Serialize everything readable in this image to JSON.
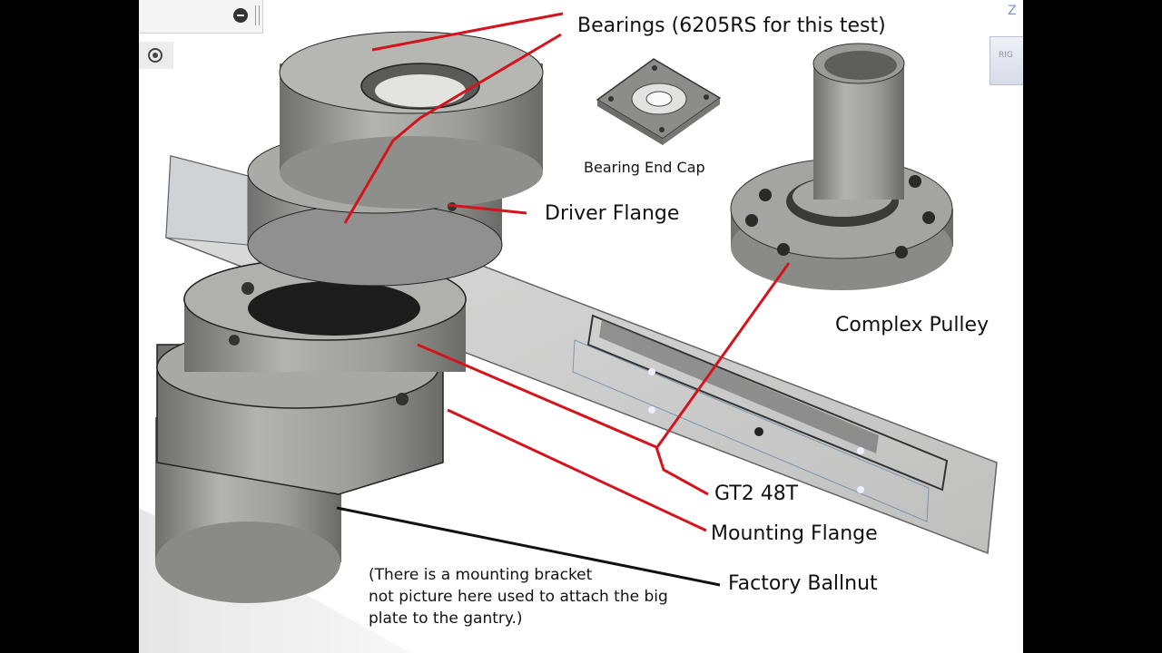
{
  "labels": {
    "bearings": "Bearings (6205RS for this test)",
    "driver_flange": "Driver Flange",
    "bearing_end_cap": "Bearing End Cap",
    "complex_pulley": "Complex Pulley",
    "gt2": "GT2 48T",
    "mounting_flange": "Mounting Flange",
    "factory_ballnut": "Factory Ballnut"
  },
  "note": {
    "line1": "(There is a mounting bracket",
    "line2": "not picture here used to attach the big",
    "line3": "plate to the gantry.)"
  },
  "viewcube": {
    "face": "RIG",
    "axis": "Z"
  },
  "colors": {
    "leader": "#d4141c",
    "leader_black": "#111111",
    "metal": "#9a9a96",
    "plate": "#c8c8c6"
  },
  "icons": [
    "minus-circle-icon",
    "target-icon",
    "viewcube-icon"
  ]
}
